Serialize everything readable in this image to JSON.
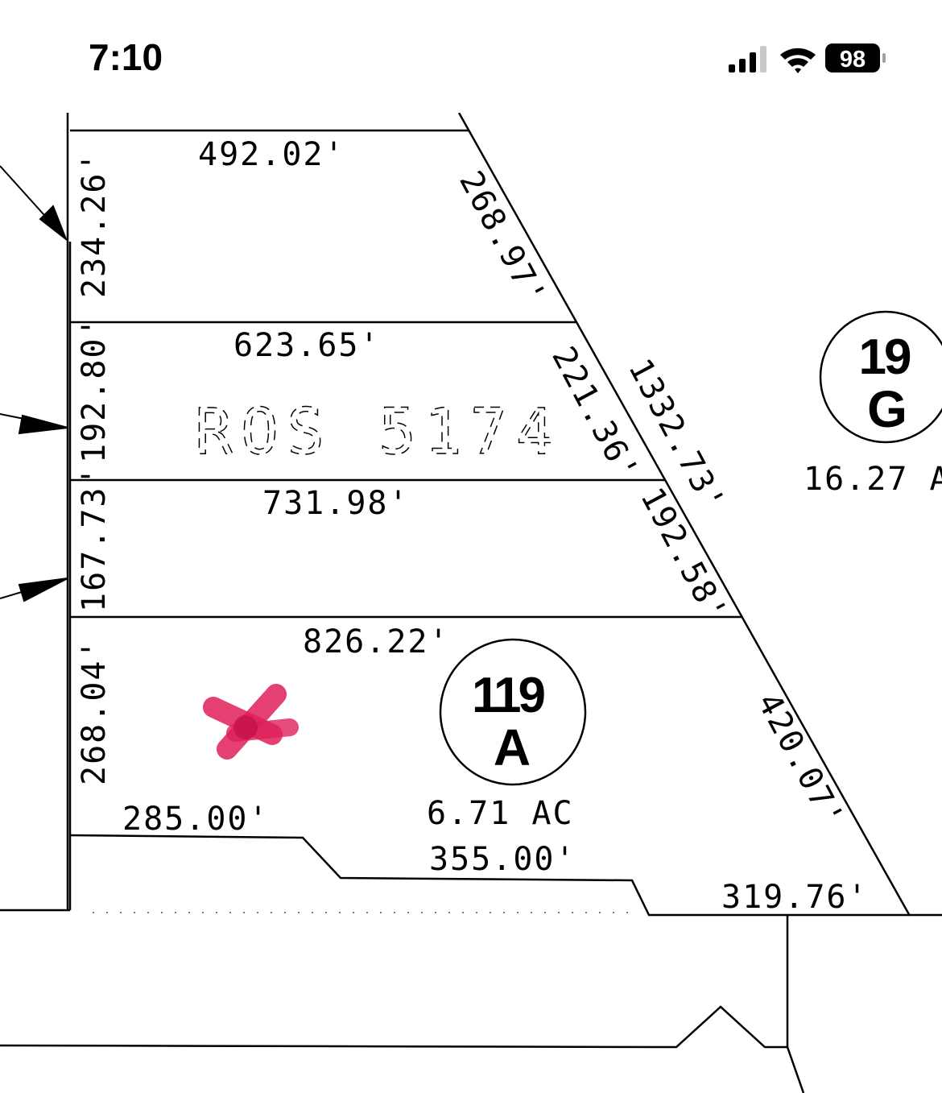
{
  "status_bar": {
    "time": "7:10",
    "battery_level": "98",
    "icons": [
      "cellular-signal-icon",
      "wifi-icon",
      "battery-icon"
    ]
  },
  "map": {
    "survey_label": "ROS 5174",
    "dimensions": {
      "top_1": "492.02'",
      "left_1": "234.26'",
      "diag_1": "268.97'",
      "top_2": "623.65'",
      "left_2": "192.80'",
      "diag_2": "221.36'",
      "diag_total": "1332.73'",
      "top_3": "731.98'",
      "left_3": "167.73'",
      "diag_3": "192.58'",
      "top_4": "826.22'",
      "left_4": "268.04'",
      "diag_4": "420.07'",
      "bottom_a": "285.00'",
      "bottom_b": "355.00'",
      "bottom_c": "319.76'"
    },
    "parcels": [
      {
        "number": "119",
        "letter": "A",
        "acreage": "6.71 AC"
      },
      {
        "number": "19",
        "letter": "G",
        "acreage": "16.27 A"
      }
    ],
    "marker_color": "#e0205a",
    "line_color": "#000000"
  }
}
